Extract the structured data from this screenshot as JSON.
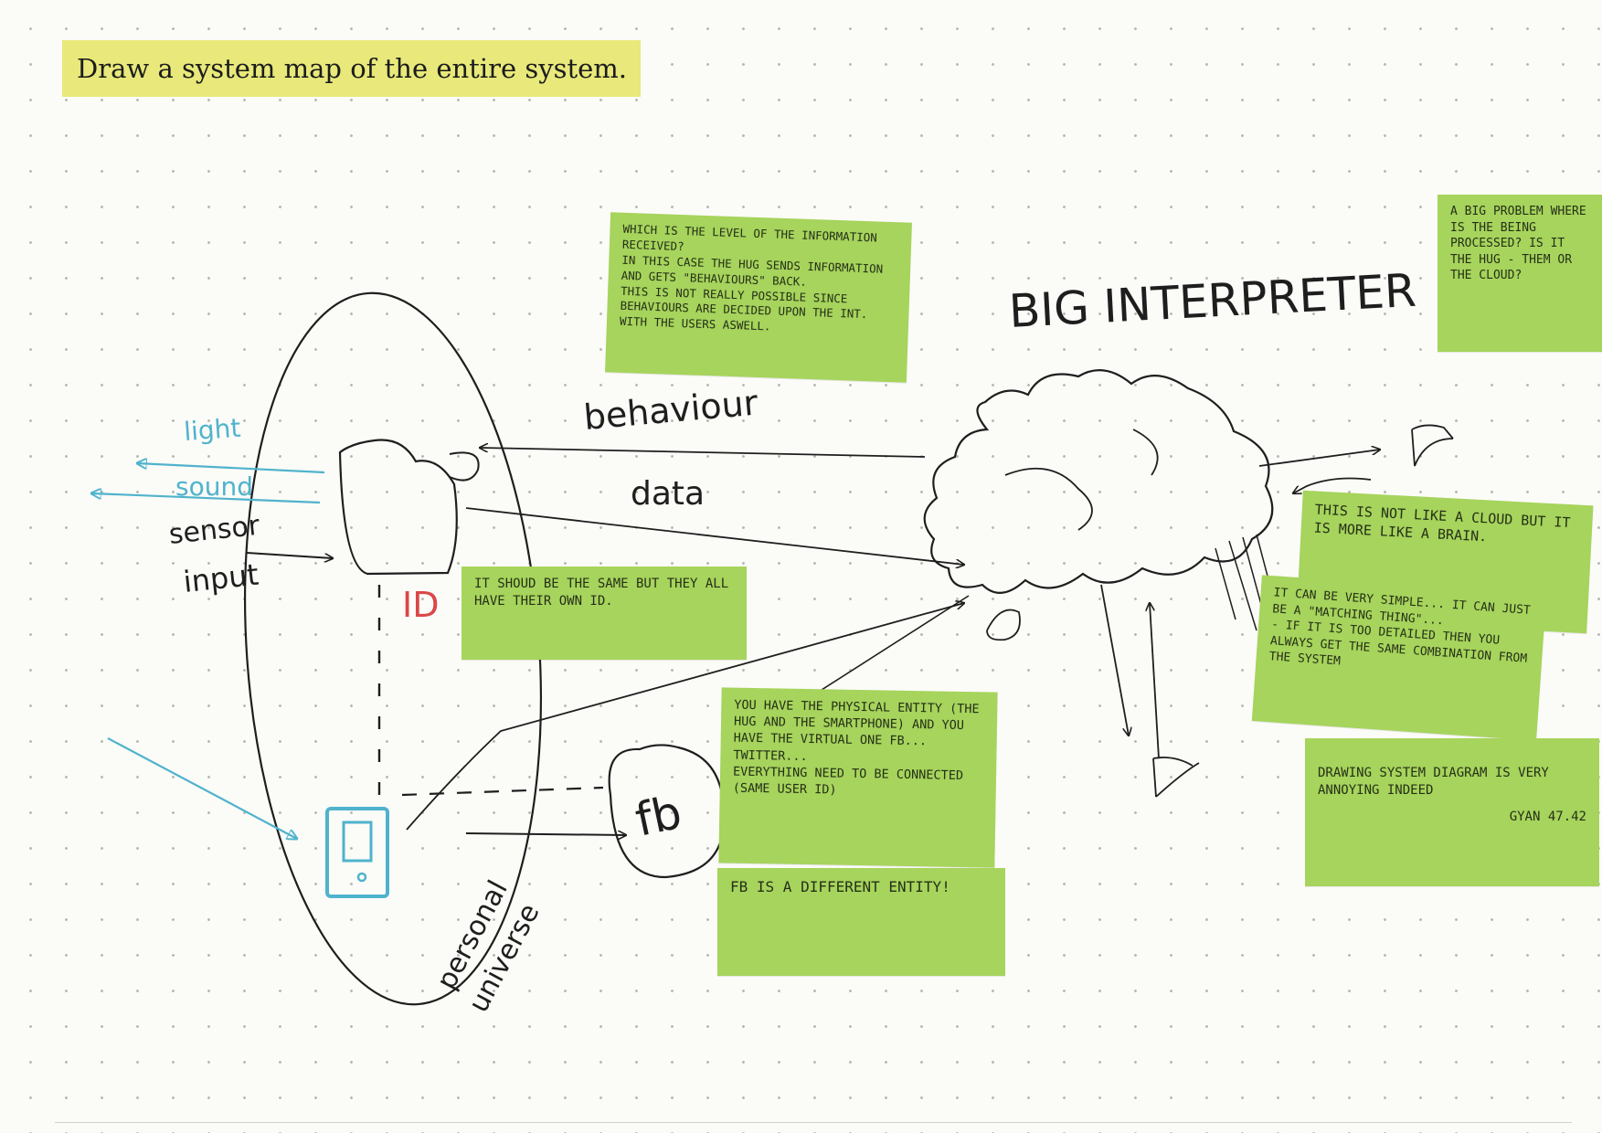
{
  "title": "Draw a system map of the entire system.",
  "diagram": {
    "label_light": "light",
    "label_sound": "sound",
    "label_sensor": "sensor",
    "label_input": "input",
    "label_id": "ID",
    "label_behaviour": "behaviour",
    "label_data": "data",
    "label_fb": "fb",
    "label_personal": "personal",
    "label_universe": "universe",
    "label_big_interpreter": "BIG INTERPRETER"
  },
  "notes": {
    "level_info": "WHICH IS THE LEVEL OF THE INFORMATION RECEIVED?\nIN THIS CASE THE HUG SENDS INFORMATION AND GETS \"BEHAVIOURS\" BACK.\nTHIS IS NOT REALLY POSSIBLE SINCE BEHAVIOURS ARE DECIDED UPON THE INT. WITH THE USERS ASWELL.",
    "big_problem": "A BIG PROBLEM WHERE IS THE BEING PROCESSED? IS IT THE HUG - THEM OR THE CLOUD?",
    "same_id": "IT SHOUD BE THE SAME BUT THEY ALL HAVE THEIR OWN ID.",
    "not_cloud": "THIS IS NOT LIKE A CLOUD BUT IT IS MORE LIKE A BRAIN.",
    "very_simple": "IT CAN BE VERY SIMPLE... IT CAN JUST BE A \"MATCHING THING\"...\n- IF IT IS TOO DETAILED THEN YOU ALWAYS GET THE SAME COMBINATION FROM THE SYSTEM",
    "physical_entity": "YOU HAVE THE PHYSICAL ENTITY (THE HUG AND THE SMARTPHONE) AND YOU HAVE THE VIRTUAL ONE FB... TWITTER...\nEVERYTHING NEED TO BE CONNECTED (SAME USER ID)",
    "fb_different": "FB IS A DIFFERENT ENTITY!",
    "drawing_annoying": "DRAWING SYSTEM DIAGRAM IS VERY ANNOYING INDEED",
    "signature": "GYAN 47.42"
  },
  "colors": {
    "note_green": "#a6d45c",
    "title_highlight": "#e8e97a",
    "ink": "#1e1e1e",
    "cyan_ink": "#4fb3cc",
    "red_ink": "#d94848"
  }
}
